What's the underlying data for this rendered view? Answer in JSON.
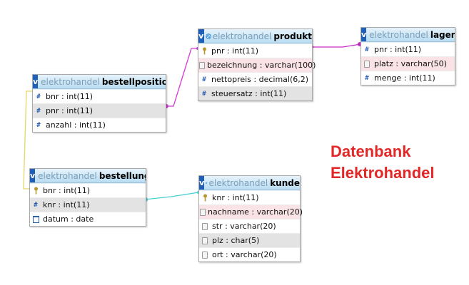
{
  "diagram_title": [
    "Datenbank",
    "Elektrohandel"
  ],
  "colors": {
    "title": "#e32626",
    "header_badge": "#1f5fb8",
    "link_bestellposition_produkt": "#d43ad4",
    "link_produkt_lager": "#c22dc2",
    "link_bestellposition_bestellung": "#e3d76a",
    "link_bestellung_kunde": "#49d1d1"
  },
  "tables": {
    "bestellposition": {
      "db": "elektrohandel",
      "name": "bestellposition",
      "columns": [
        {
          "label": "bnr : int(11)",
          "icon": "hash-icon"
        },
        {
          "label": "pnr : int(11)",
          "icon": "hash-icon"
        },
        {
          "label": "anzahl : int(11)",
          "icon": "hash-icon"
        }
      ]
    },
    "produkt": {
      "db": "elektrohandel",
      "name": "produkt",
      "columns": [
        {
          "label": "pnr : int(11)",
          "icon": "key-icon"
        },
        {
          "label": "bezeichnung : varchar(100)",
          "icon": "text-icon"
        },
        {
          "label": "nettopreis : decimal(6,2)",
          "icon": "hash-icon"
        },
        {
          "label": "steuersatz : int(11)",
          "icon": "hash-icon"
        }
      ]
    },
    "lager": {
      "db": "elektrohandel",
      "name": "lager",
      "columns": [
        {
          "label": "pnr : int(11)",
          "icon": "hash-icon"
        },
        {
          "label": "platz : varchar(50)",
          "icon": "text-icon"
        },
        {
          "label": "menge : int(11)",
          "icon": "hash-icon"
        }
      ]
    },
    "bestellung": {
      "db": "elektrohandel",
      "name": "bestellung",
      "columns": [
        {
          "label": "bnr : int(11)",
          "icon": "key-icon"
        },
        {
          "label": "knr : int(11)",
          "icon": "hash-icon"
        },
        {
          "label": "datum : date",
          "icon": "calendar-icon"
        }
      ]
    },
    "kunde": {
      "db": "elektrohandel",
      "name": "kunde",
      "columns": [
        {
          "label": "knr : int(11)",
          "icon": "key-icon"
        },
        {
          "label": "nachname : varchar(20)",
          "icon": "text-icon"
        },
        {
          "label": "str : varchar(20)",
          "icon": "text-icon"
        },
        {
          "label": "plz : char(5)",
          "icon": "text-icon"
        },
        {
          "label": "ort : varchar(20)",
          "icon": "text-icon"
        }
      ]
    }
  }
}
